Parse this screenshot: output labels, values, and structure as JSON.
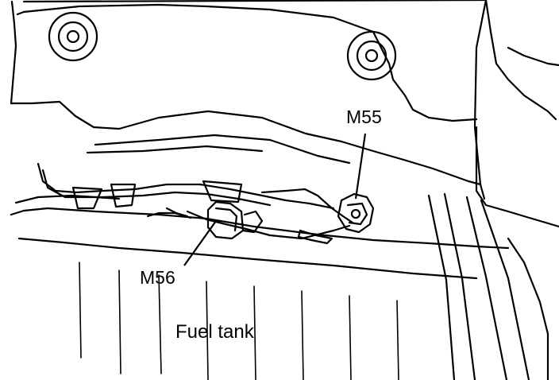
{
  "callouts": {
    "m55": "M55",
    "m56": "M56",
    "fuel_tank": "Fuel tank"
  },
  "colors": {
    "ink": "#000000",
    "paper": "#ffffff"
  }
}
